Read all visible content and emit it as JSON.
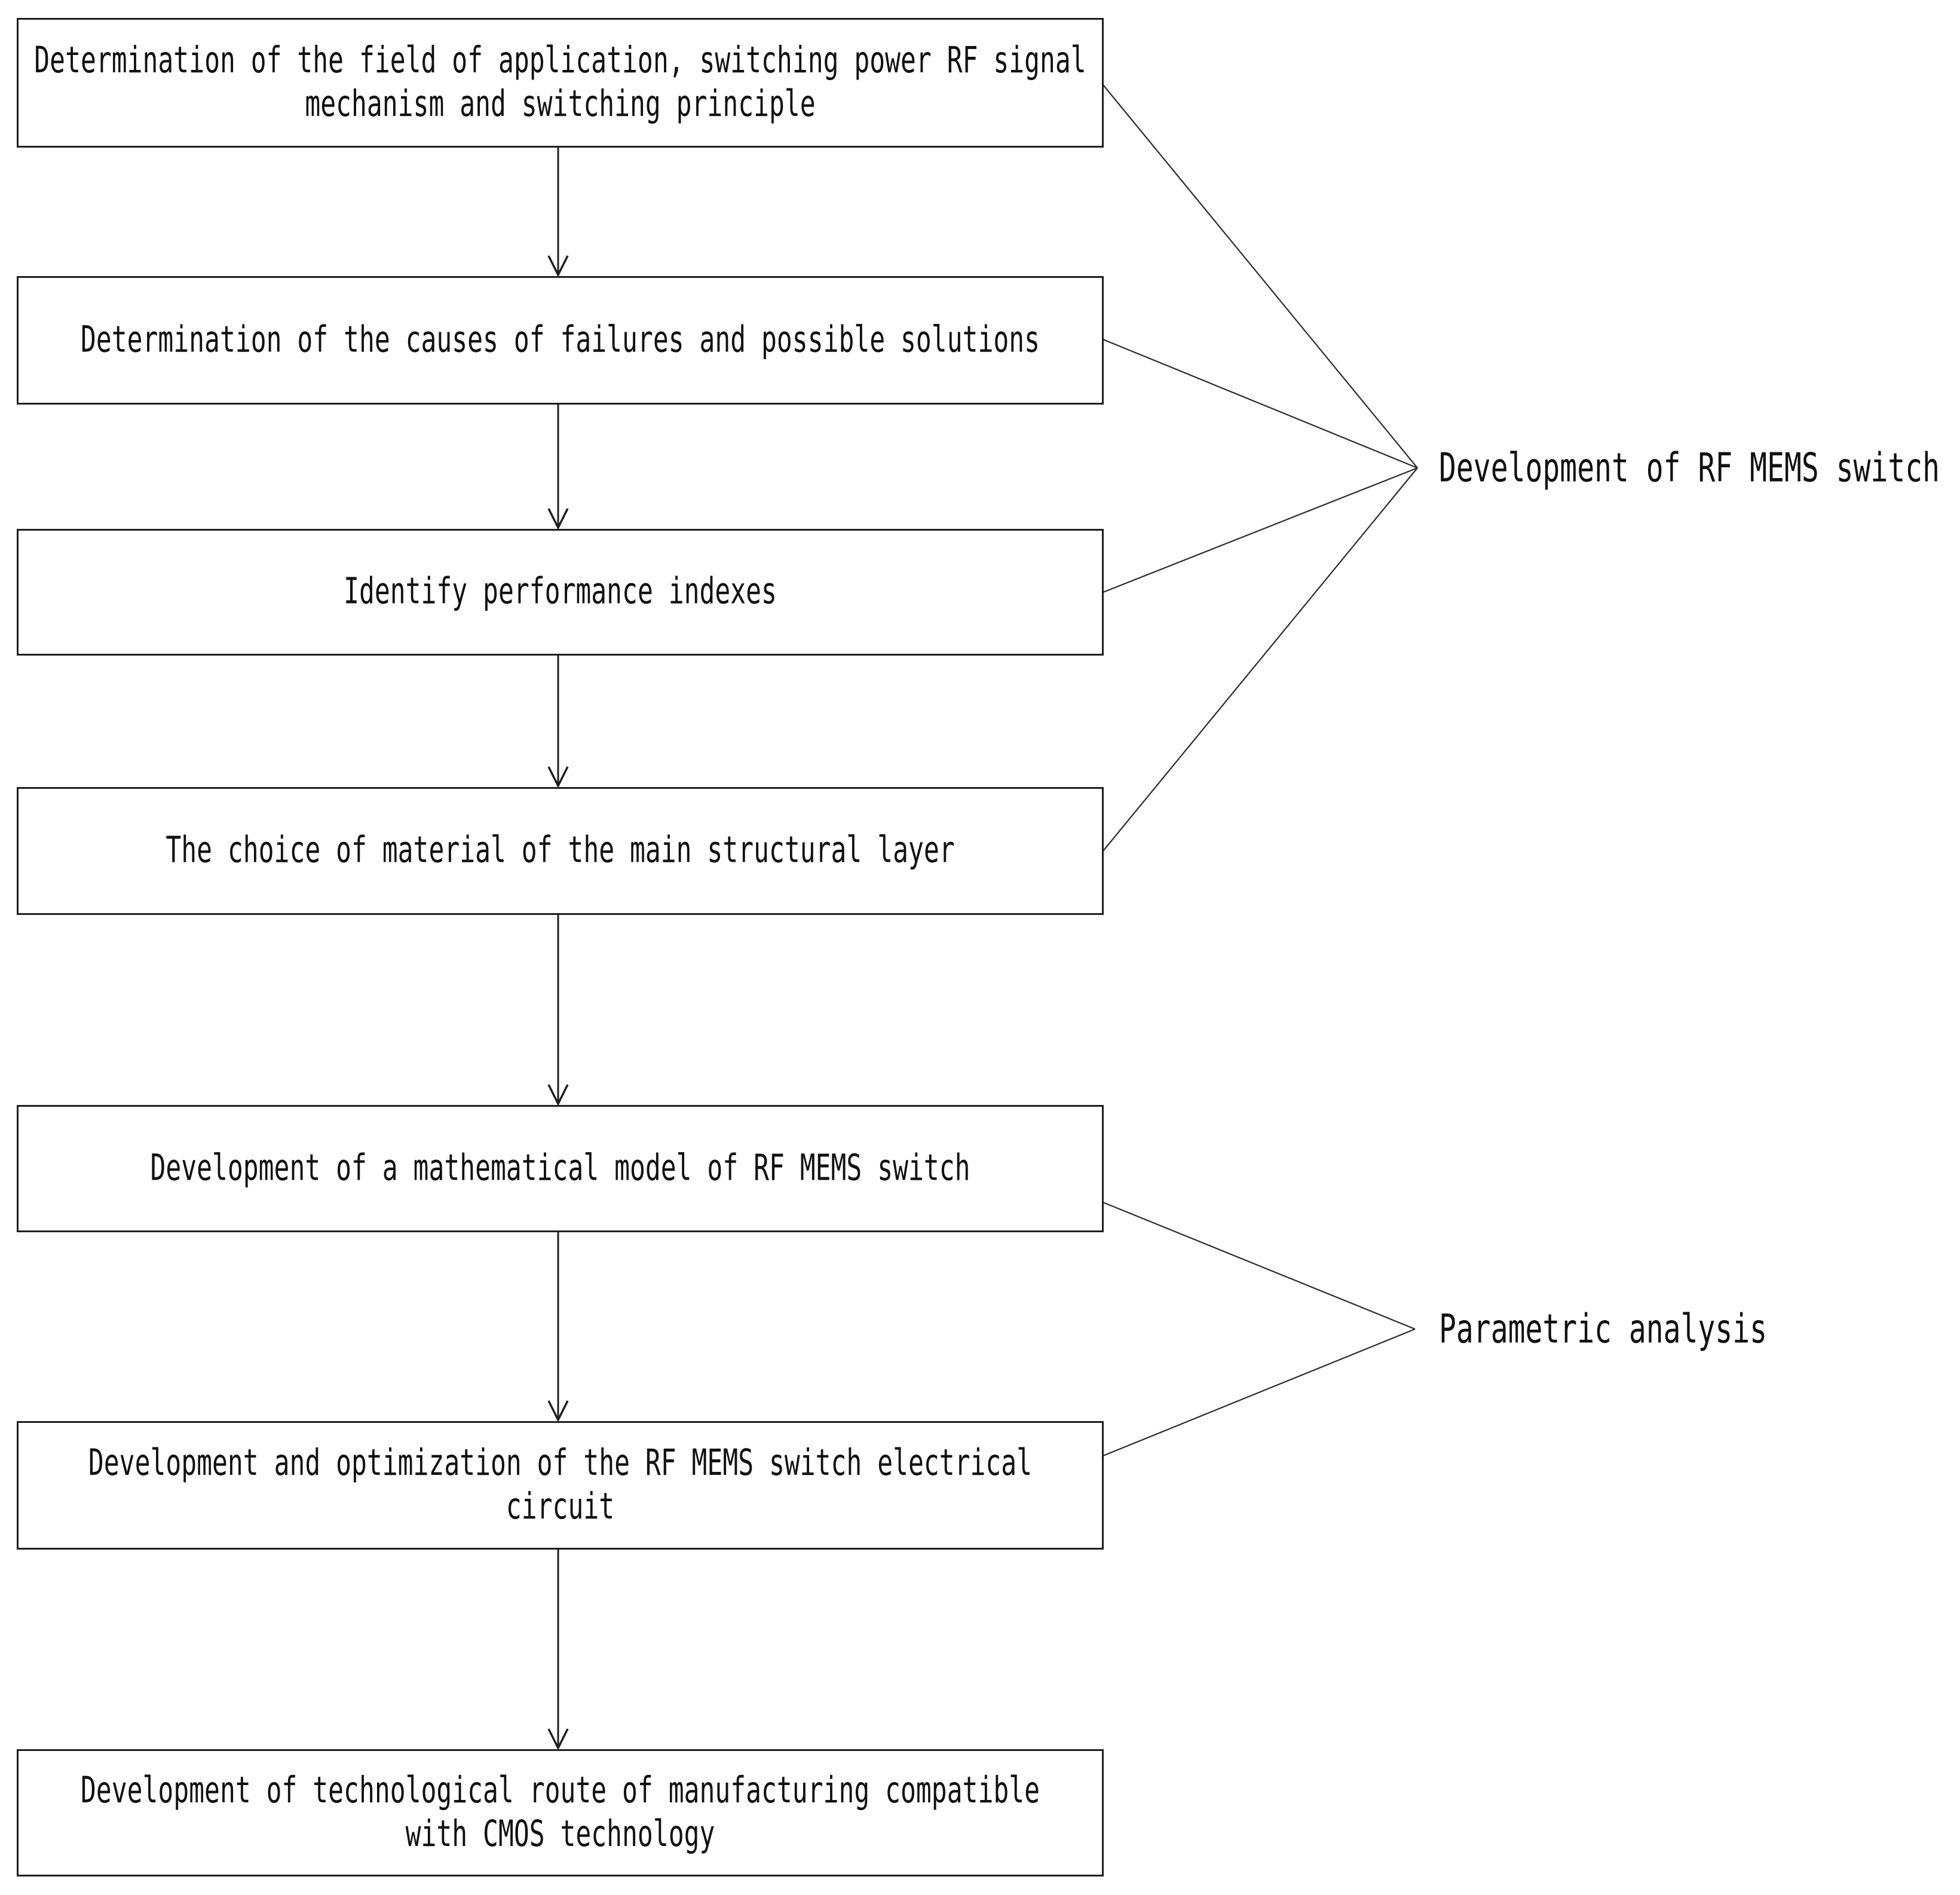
{
  "diagram": {
    "background_color": "#ffffff",
    "ink_color": "#1e1e1e",
    "boxes": [
      {
        "text": "Determination of the field of application, switching power RF signal\nmechanism and switching principle"
      },
      {
        "text": "Determination of the causes of failures and possible solutions"
      },
      {
        "text": "Identify performance indexes"
      },
      {
        "text": "The choice of material of the main structural layer"
      },
      {
        "text": "Development of a mathematical model of RF MEMS switch"
      },
      {
        "text": "Development and optimization of the RF MEMS switch electrical\ncircuit"
      },
      {
        "text": "Development of technological route of manufacturing compatible\nwith CMOS technology"
      }
    ],
    "side_labels": [
      {
        "text": "Development of RF MEMS switch"
      },
      {
        "text": "Parametric analysis"
      }
    ]
  }
}
